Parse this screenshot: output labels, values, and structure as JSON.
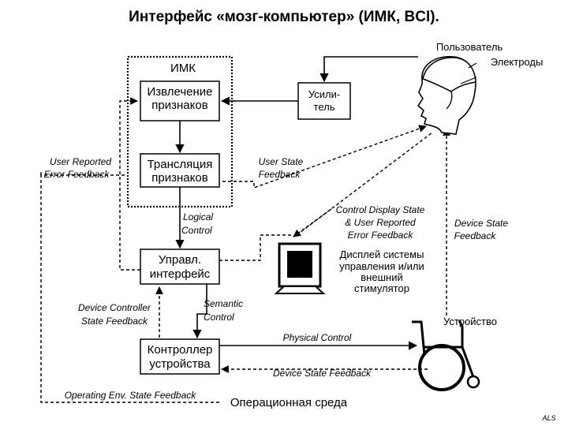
{
  "title": "Интерфейс «мозг-компьютер» (ИМК, BCI).",
  "bci_label": "ИМК",
  "boxes": {
    "feature_extraction": [
      "Извлечение",
      "признаков"
    ],
    "feature_translation": [
      "Трансляция",
      "признаков"
    ],
    "amplifier": [
      "Усили-",
      "тель"
    ],
    "control_interface": [
      "Управл.",
      "интерфейс"
    ],
    "device_controller": [
      "Контроллер",
      "устройства"
    ]
  },
  "labels": {
    "user": "Пользователь",
    "electrodes": "Электроды",
    "display": [
      "Дисплей системы",
      "управления и/или",
      "внешний",
      "стимулятор"
    ],
    "device": "Устройство",
    "environment": "Операционная среда",
    "author": "ALS"
  },
  "annotations": {
    "user_reported_error": [
      "User Reported",
      "Error Feedback"
    ],
    "user_state": [
      "User State",
      "Feedback"
    ],
    "logical_control": [
      "Logical",
      "Control"
    ],
    "control_display_state": [
      "Control Display State",
      "& User Reported",
      "Error Feedback"
    ],
    "device_state": [
      "Device State",
      "Feedback"
    ],
    "device_controller_state": [
      "Device Controller",
      "State Feedback"
    ],
    "semantic_control": [
      "Semantic",
      "Control"
    ],
    "physical_control": "Physical Control",
    "device_state_bottom": "Device State Feedback",
    "operating_env": "Operating Env. State Feedback"
  }
}
